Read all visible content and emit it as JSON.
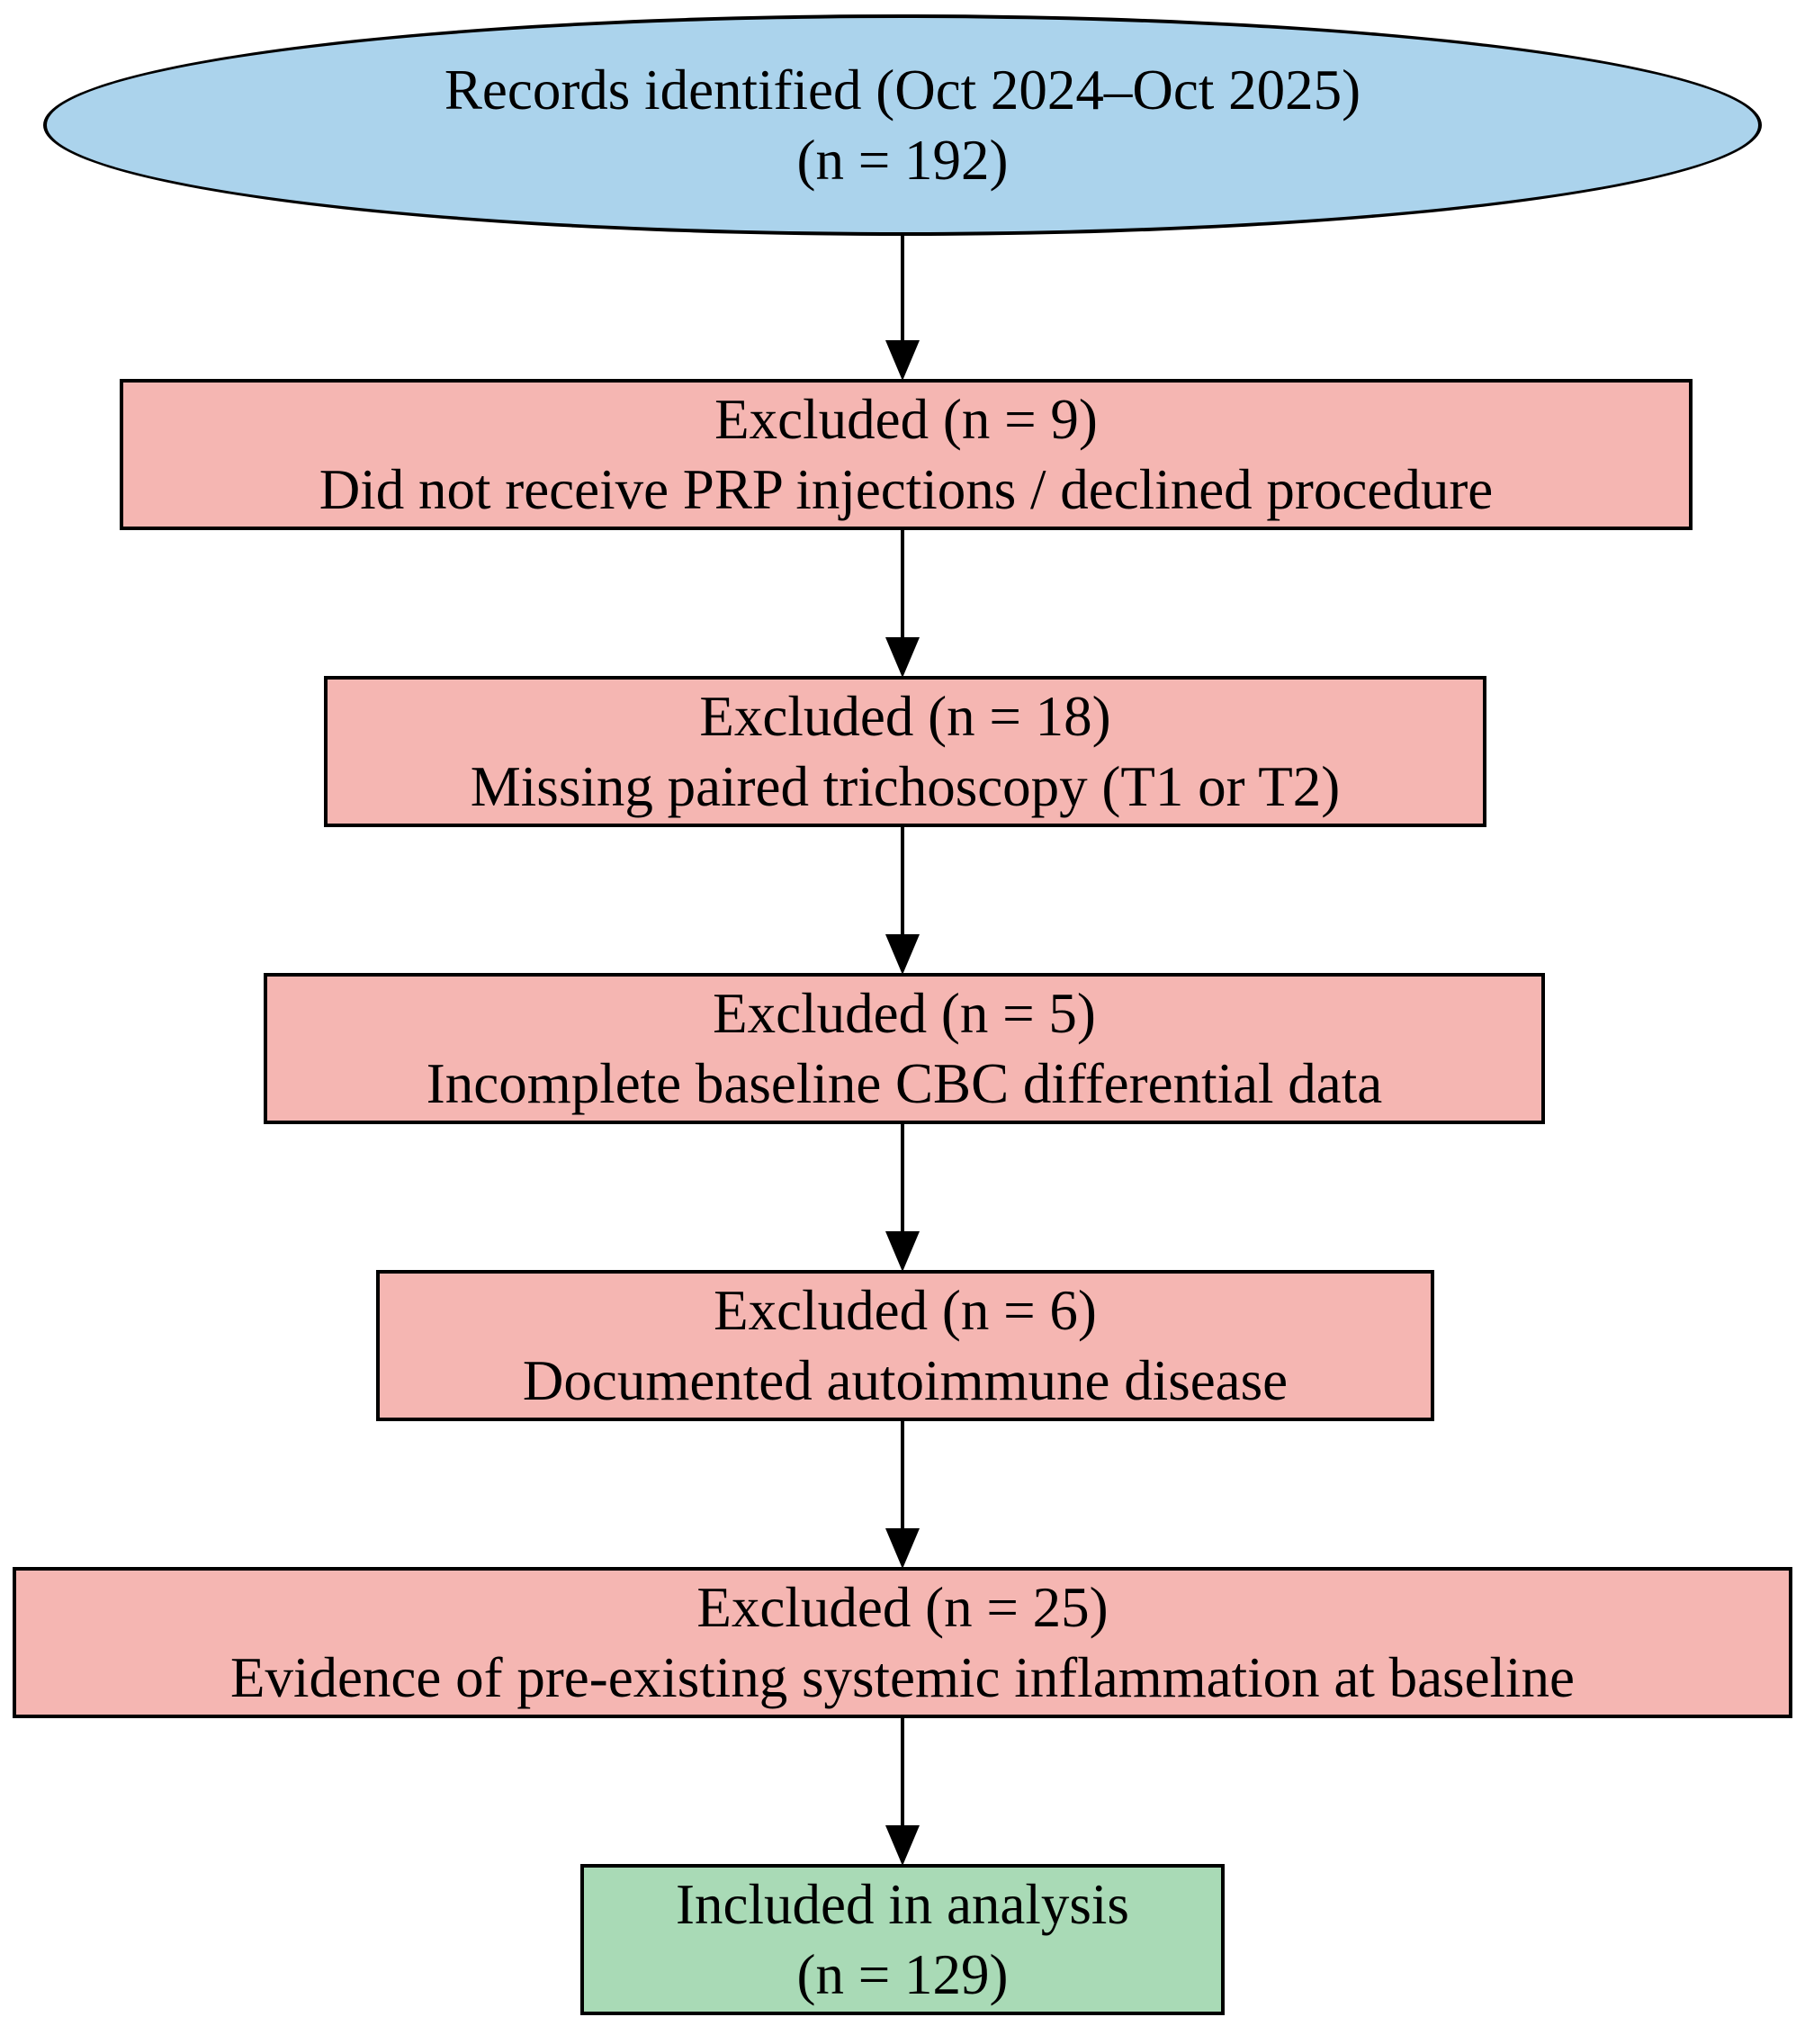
{
  "diagram": {
    "type": "flowchart",
    "background": "#ffffff",
    "colors": {
      "source_fill": "#abd3ec",
      "excluded_fill": "#f5b6b2",
      "included_fill": "#a9dab6",
      "border": "#000000",
      "arrow": "#000000",
      "text": "#000000"
    },
    "nodes": [
      {
        "id": "records-identified",
        "shape": "ellipse",
        "fill": "#abd3ec",
        "line1": "Records identified (Oct 2024–Oct 2025)",
        "line2": "(n = 192)"
      },
      {
        "id": "excluded-no-prp",
        "shape": "rectangle",
        "fill": "#f5b6b2",
        "line1": "Excluded (n = 9)",
        "line2": "Did not receive PRP injections / declined procedure"
      },
      {
        "id": "excluded-missing-trichoscopy",
        "shape": "rectangle",
        "fill": "#f5b6b2",
        "line1": "Excluded (n = 18)",
        "line2": "Missing paired trichoscopy (T1 or T2)"
      },
      {
        "id": "excluded-incomplete-cbc",
        "shape": "rectangle",
        "fill": "#f5b6b2",
        "line1": "Excluded (n = 5)",
        "line2": "Incomplete baseline CBC differential data"
      },
      {
        "id": "excluded-autoimmune",
        "shape": "rectangle",
        "fill": "#f5b6b2",
        "line1": "Excluded (n = 6)",
        "line2": "Documented autoimmune disease"
      },
      {
        "id": "excluded-inflammation",
        "shape": "rectangle",
        "fill": "#f5b6b2",
        "line1": "Excluded (n = 25)",
        "line2": "Evidence of pre-existing systemic inflammation at baseline"
      },
      {
        "id": "included-analysis",
        "shape": "rectangle",
        "fill": "#a9dab6",
        "line1": "Included in analysis",
        "line2": "(n = 129)"
      }
    ],
    "edges": [
      {
        "from": "records-identified",
        "to": "excluded-no-prp"
      },
      {
        "from": "excluded-no-prp",
        "to": "excluded-missing-trichoscopy"
      },
      {
        "from": "excluded-missing-trichoscopy",
        "to": "excluded-incomplete-cbc"
      },
      {
        "from": "excluded-incomplete-cbc",
        "to": "excluded-autoimmune"
      },
      {
        "from": "excluded-autoimmune",
        "to": "excluded-inflammation"
      },
      {
        "from": "excluded-inflammation",
        "to": "included-analysis"
      }
    ]
  }
}
